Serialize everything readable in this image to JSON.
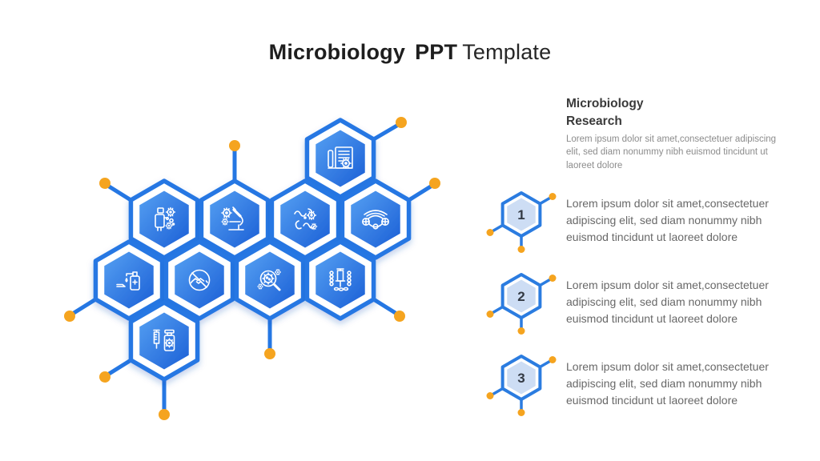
{
  "title": {
    "word1": "Microbiology",
    "word2": "PPT",
    "word3": "Template"
  },
  "research": {
    "heading_line1": "Microbiology",
    "heading_line2": "Research",
    "body": "Lorem ipsum dolor sit amet,consectetuer adipiscing elit, sed diam nonummy nibh euismod tincidunt ut laoreet dolore"
  },
  "steps": [
    {
      "number": "1",
      "text": "Lorem ipsum dolor sit amet,consectetuer adipiscing elit, sed diam nonummy nibh euismod tincidunt ut laoreet dolore"
    },
    {
      "number": "2",
      "text": "Lorem ipsum dolor sit amet,consectetuer adipiscing elit, sed diam nonummy nibh euismod tincidunt ut laoreet dolore"
    },
    {
      "number": "3",
      "text": "Lorem ipsum dolor sit amet,consectetuer adipiscing elit, sed diam nonummy nibh euismod tincidunt ut laoreet dolore"
    }
  ],
  "honeycomb": {
    "icons": [
      "fax-machine",
      "scientist-with-germs",
      "microscope",
      "bacteria-germs",
      "respirator-mask",
      "hand-sanitizer",
      "no-handshake",
      "virus-magnifier",
      "syringe-dna",
      "vaccine-vial"
    ]
  },
  "colors": {
    "hex_stroke": "#2577e3",
    "hex_fill_top": "#55a0f2",
    "hex_fill_bottom": "#1b5fd6",
    "accent_orange": "#f5a41f",
    "step_hex_fill": "#cdddf4",
    "title_text": "#1e1e1e",
    "heading_text": "#3a3a3a",
    "muted_text": "#8c8c8c",
    "step_text": "#686868"
  }
}
